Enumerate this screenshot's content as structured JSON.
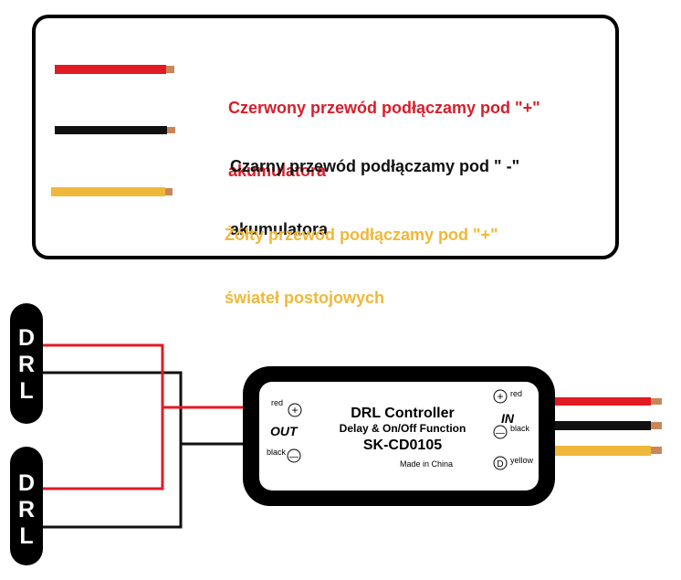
{
  "legend": {
    "items": [
      {
        "line1": "Czerwony przewód podłączamy pod \"+\"",
        "line2": "akumulatora",
        "color": "#d81e2a",
        "wire_color": "#e01b24"
      },
      {
        "line1": "Czarny przewód podłączamy pod \" -\"",
        "line2": "akumulatora",
        "color": "#111111",
        "wire_color": "#111111"
      },
      {
        "line1": "Żółty przewód podłączamy pod \"+\"",
        "line2": "świateł postojowych",
        "color": "#f0b83a",
        "wire_color": "#f0b83a"
      }
    ]
  },
  "lamps": [
    {
      "letters": [
        "D",
        "R",
        "L"
      ]
    },
    {
      "letters": [
        "D",
        "R",
        "L"
      ]
    }
  ],
  "controller": {
    "title": "DRL Controller",
    "subtitle": "Delay & On/Off Function",
    "model": "SK-CD0105",
    "made_in": "Made in China",
    "out_label": "OUT",
    "in_label": "IN",
    "terminals_out": [
      "red",
      "black"
    ],
    "terminals_in": [
      "red",
      "black",
      "yellow"
    ],
    "symbol_plus": "+",
    "symbol_minus": "—",
    "symbol_d": "D"
  },
  "colors": {
    "red_wire": "#e01b24",
    "black_wire": "#111111",
    "yellow_wire": "#f0b83a",
    "copper_tip": "#c8865a"
  }
}
